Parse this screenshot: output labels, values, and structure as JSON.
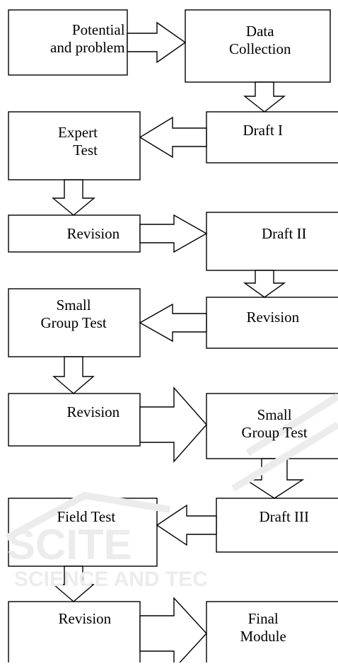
{
  "nodes": [
    {
      "id": "potential",
      "lines": [
        "Potential",
        "and problem"
      ]
    },
    {
      "id": "data-collection",
      "lines": [
        "Data",
        "Collection"
      ]
    },
    {
      "id": "draft-1",
      "lines": [
        "Draft I"
      ]
    },
    {
      "id": "expert-test",
      "lines": [
        "Expert",
        "Test"
      ]
    },
    {
      "id": "revision-1",
      "lines": [
        "Revision"
      ]
    },
    {
      "id": "draft-2",
      "lines": [
        "Draft II"
      ]
    },
    {
      "id": "revision-2",
      "lines": [
        "Revision"
      ]
    },
    {
      "id": "small-group-test-1",
      "lines": [
        "Small",
        "Group Test"
      ]
    },
    {
      "id": "revision-3",
      "lines": [
        "Revision"
      ]
    },
    {
      "id": "small-group-test-2",
      "lines": [
        "Small",
        "Group Test"
      ]
    },
    {
      "id": "draft-3",
      "lines": [
        "Draft III"
      ]
    },
    {
      "id": "field-test",
      "lines": [
        "Field Test"
      ]
    },
    {
      "id": "revision-4",
      "lines": [
        "Revision"
      ]
    },
    {
      "id": "final-module",
      "lines": [
        "Final",
        "Module"
      ]
    }
  ],
  "edges": [
    {
      "from": "potential",
      "to": "data-collection"
    },
    {
      "from": "data-collection",
      "to": "draft-1"
    },
    {
      "from": "draft-1",
      "to": "expert-test"
    },
    {
      "from": "expert-test",
      "to": "revision-1"
    },
    {
      "from": "revision-1",
      "to": "draft-2"
    },
    {
      "from": "draft-2",
      "to": "revision-2"
    },
    {
      "from": "revision-2",
      "to": "small-group-test-1"
    },
    {
      "from": "small-group-test-1",
      "to": "revision-3"
    },
    {
      "from": "revision-3",
      "to": "small-group-test-2"
    },
    {
      "from": "small-group-test-2",
      "to": "draft-3"
    },
    {
      "from": "draft-3",
      "to": "field-test"
    },
    {
      "from": "field-test",
      "to": "revision-4"
    },
    {
      "from": "revision-4",
      "to": "final-module"
    }
  ],
  "colors": {
    "stroke": "#000000",
    "fill": "#ffffff",
    "watermark": "#ececec"
  }
}
